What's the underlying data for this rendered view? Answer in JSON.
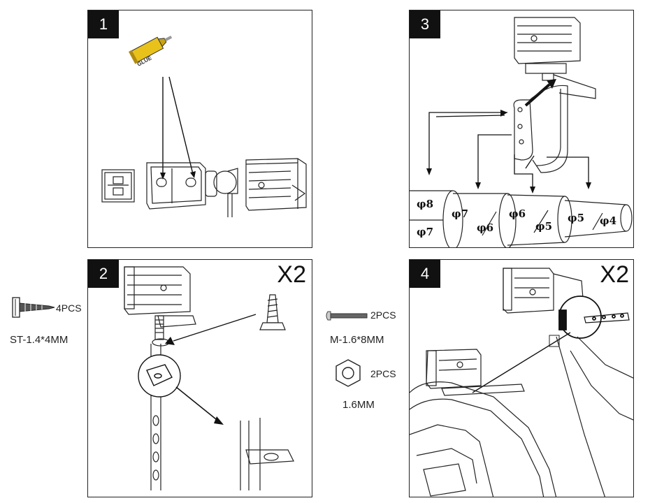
{
  "panels": {
    "p1": {
      "number": "1",
      "glue_label": "GLUE"
    },
    "p2": {
      "number": "2",
      "multiplier": "X2"
    },
    "p3": {
      "number": "3",
      "diameters": {
        "d8": "φ8",
        "d7_left": "φ7",
        "d7_a": "φ7",
        "d6_a": "φ6",
        "d6_b": "φ6",
        "d5_b": "φ5",
        "d5_c": "φ5",
        "d4_c": "φ4"
      }
    },
    "p4": {
      "number": "4",
      "multiplier": "X2"
    }
  },
  "parts": {
    "screw": {
      "qty": "4PCS",
      "spec": "ST-1.4*4MM"
    },
    "bolt": {
      "qty": "2PCS",
      "spec": "M-1.6*8MM"
    },
    "nut": {
      "qty": "2PCS",
      "spec": "1.6MM"
    }
  },
  "colors": {
    "glue_tube": "#e8c21a",
    "line": "#111111"
  }
}
